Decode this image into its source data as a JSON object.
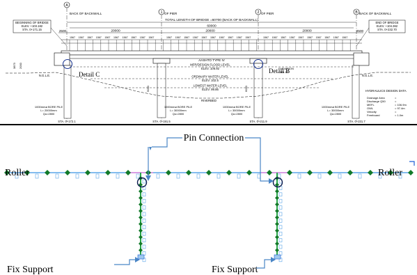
{
  "elevation": {
    "axes": [
      {
        "marker": "A",
        "label": "BACK OF BACKWALL"
      },
      {
        "marker": "1",
        "label": "OF PIER"
      },
      {
        "marker": "2",
        "label": "OF PIER"
      },
      {
        "marker": "B",
        "label": "BACK OF BACKWALL"
      }
    ],
    "total_length": "TOTAL LENGTH OF BRIDGE =60700 (BACK OF BACKWALL)",
    "overall_dim": "60000",
    "span_dims": [
      "20000",
      "20000",
      "20000"
    ],
    "end_dims": [
      "2500",
      "2500"
    ],
    "girder_spacing_label": "1567",
    "begin_note": [
      "BEGINNING OF BRIDGE",
      "ELEV. +103.182",
      "STA. 0+171.15"
    ],
    "end_note": [
      "END OF BRIDGE",
      "ELEV. +104.362",
      "STA. 0+232.70"
    ],
    "girder_type": "AASHTO TYPE IV",
    "water_levels": [
      {
        "line1": "MFR/DESIGN FLOOD LEVEL",
        "line2": "ELEV. 106.92"
      },
      {
        "line1": "ORDINARY WATER LEVEL",
        "line2": "ELEV. 102.5"
      },
      {
        "line1": "LOWEST WATER LEVEL",
        "line2": "ELEV. 99.86"
      }
    ],
    "riverbed_label": "RIVERBED",
    "ngle_label": "N.G.L.E.",
    "elevation_note": [
      "ELEVATION",
      "101.03"
    ],
    "dim_3873": "3873",
    "dim_2000": "2000",
    "dim_5000": "5000",
    "dim_6000": "6000",
    "piles": [
      {
        "l1": "1000mmø BORE PILE",
        "l2": "L= 20000mm",
        "l3": "Qu=2800"
      },
      {
        "l1": "1000mmø BORE PILE",
        "l2": "L= 30000mm",
        "l3": "Qu=2800"
      },
      {
        "l1": "1000mmø BORE PILE",
        "l2": "L= 30000mm",
        "l3": "Qu=2800"
      },
      {
        "l1": "1000mmø BORE PILE",
        "l2": "L= 30000mm",
        "l3": "Qu=2800"
      }
    ],
    "stations": [
      "STA. 0+172.1",
      "STA. 0+191.5",
      "STA. 0+211.9",
      "STA. 0+231.7"
    ],
    "detail_c": "Detail C",
    "detail_b": "Detail B",
    "hydraulics": {
      "title": "HYDRAULICS DESIGN DATA",
      "rows": [
        {
          "k": "Drainage Area",
          "v": "="
        },
        {
          "k": "Discharge Q50",
          "v": "="
        },
        {
          "k": "MEFL",
          "v": "= 106.9m"
        },
        {
          "k": "OWL",
          "v": "= 97.4m"
        },
        {
          "k": "Velocity",
          "v": "="
        },
        {
          "k": "Freeboard",
          "v": "= 1.0m"
        }
      ]
    }
  },
  "model": {
    "pin_connection": "Pin Connection",
    "roller_left": "Roller",
    "roller_right": "Roller",
    "fix_support_left": "Fix Support",
    "fix_support_right": "Fix Support",
    "colors": {
      "beam": "#5aa5e8",
      "node": "#127a2a",
      "column": "#28a84a",
      "member_label": "#5aa5e8",
      "highlight": "#e88be0"
    }
  }
}
